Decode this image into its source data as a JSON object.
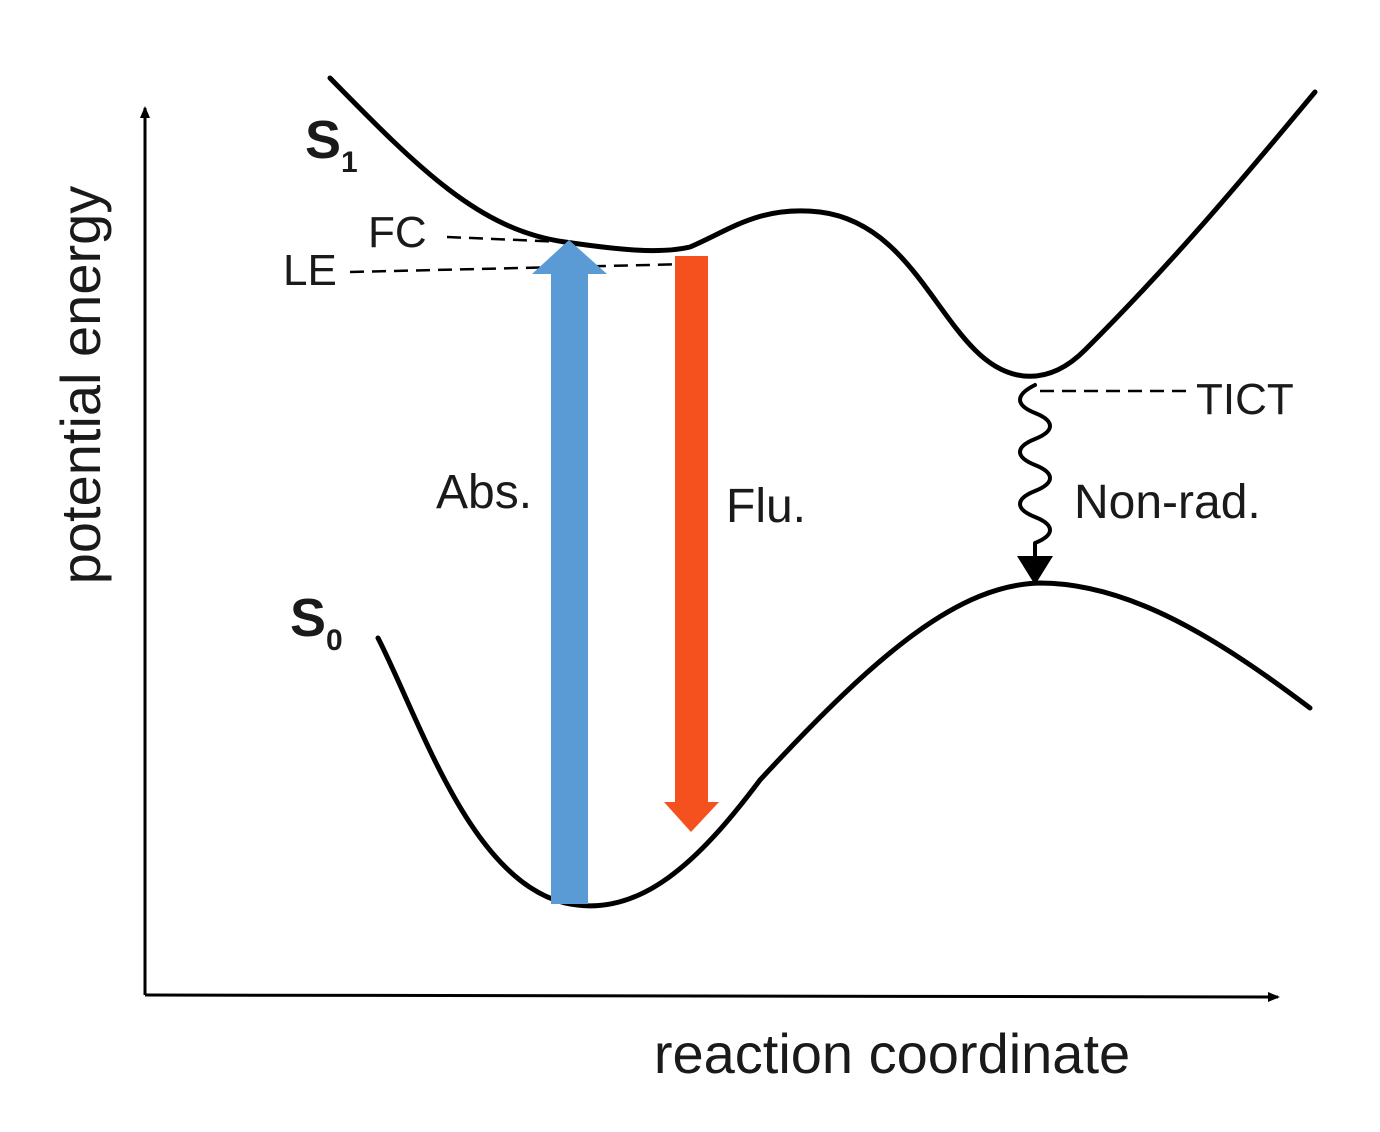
{
  "axes": {
    "y_label": "potential energy",
    "x_label": "reaction coordinate"
  },
  "states": {
    "s1": {
      "main": "S",
      "sub": "1"
    },
    "s0": {
      "main": "S",
      "sub": "0"
    }
  },
  "levels": {
    "fc": "FC",
    "le": "LE",
    "tict": "TICT"
  },
  "transitions": {
    "absorption": "Abs.",
    "fluorescence": "Flu.",
    "nonradiative": "Non-rad."
  },
  "colors": {
    "absorption_arrow": "#5b9bd5",
    "fluorescence_arrow": "#f4511e",
    "curves": "#000000"
  }
}
